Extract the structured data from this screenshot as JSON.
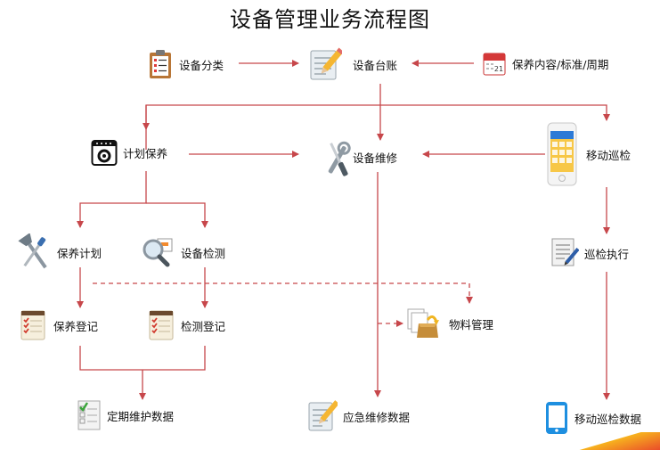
{
  "title": "设备管理业务流程图",
  "nodes": {
    "classification": "设备分类",
    "ledger": "设备台账",
    "maintenance_standard": "保养内容/标准/周期",
    "planned_maintenance": "计划保养",
    "equipment_repair": "设备维修",
    "mobile_inspection": "移动巡检",
    "maintenance_plan": "保养计划",
    "equipment_testing": "设备检测",
    "inspection_execution": "巡检执行",
    "maintenance_register": "保养登记",
    "testing_register": "检测登记",
    "material_management": "物料管理",
    "periodic_data": "定期维护数据",
    "emergency_data": "应急维修数据",
    "mobile_inspection_data": "移动巡检数据"
  },
  "colors": {
    "arrow": "#c7474b",
    "accent_orange": "#f7b21e",
    "accent_red": "#e9472a"
  },
  "icons": {
    "classification": "clipboard-icon",
    "ledger": "notepad-pencil-icon",
    "maintenance_standard": "calendar-icon",
    "planned_maintenance": "gear-calendar-icon",
    "equipment_repair": "wrench-screwdriver-icon",
    "mobile_inspection": "smartphone-icon",
    "maintenance_plan": "tools-icon",
    "equipment_testing": "magnifier-icon",
    "inspection_execution": "document-pen-icon",
    "maintenance_register": "checklist-icon",
    "testing_register": "checklist-icon",
    "material_management": "box-icon",
    "periodic_data": "checklist-green-icon",
    "emergency_data": "notepad-pencil-icon",
    "mobile_inspection_data": "phone-blue-icon"
  },
  "calendar_day": "21"
}
